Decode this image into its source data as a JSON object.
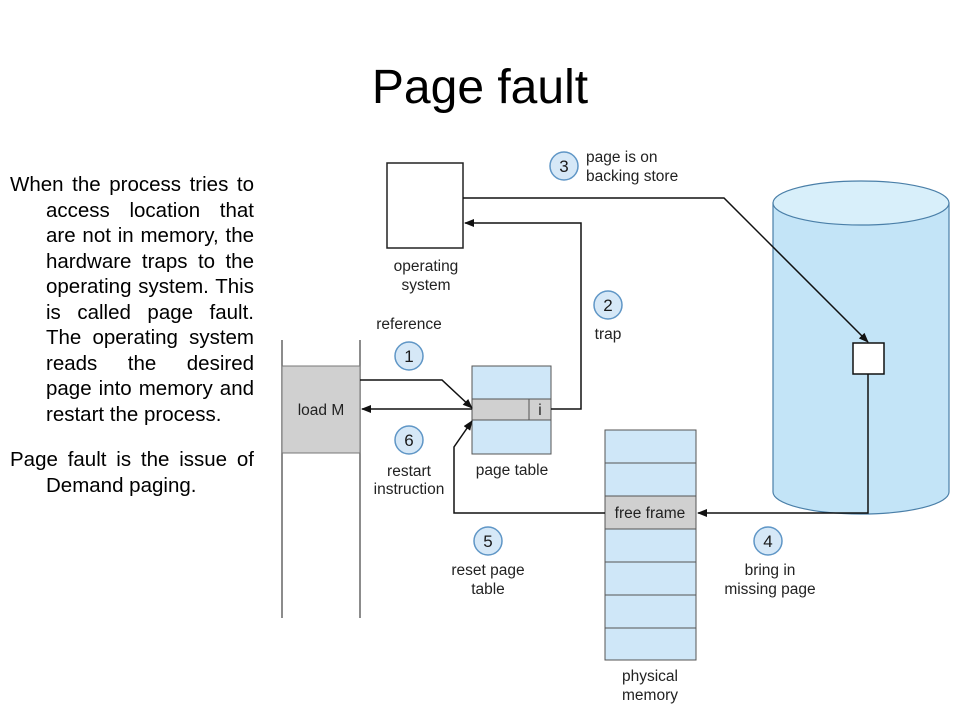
{
  "slide": {
    "title": "Page fault",
    "bullets": [
      "When the process tries to access location that are not in memory, the hardware traps to the operating system. This is called page fault. The operating system reads the desired page into memory and restart the process.",
      "Page fault is the issue of Demand paging."
    ]
  },
  "diagram": {
    "os_label": [
      "operating",
      "system"
    ],
    "reference_label": "reference",
    "load_label": "load M",
    "page_table_label": "page table",
    "invalid_bit": "i",
    "free_frame_label": "free frame",
    "physical_memory_label": [
      "physical",
      "memory"
    ],
    "restart_label": [
      "restart",
      "instruction"
    ],
    "reset_label": [
      "reset page",
      "table"
    ],
    "bring_label": [
      "bring in",
      "missing page"
    ],
    "trap_label": "trap",
    "backing_label": [
      "page is on",
      "backing store"
    ],
    "steps": [
      "1",
      "2",
      "3",
      "4",
      "5",
      "6"
    ]
  },
  "colors": {
    "step_circle_fill": "#d6e8f7",
    "step_circle_stroke": "#5f96c6",
    "table_fill": "#cfe7f8",
    "highlight_gray": "#d0d0d0",
    "disk_fill": "#c3e4f7"
  }
}
